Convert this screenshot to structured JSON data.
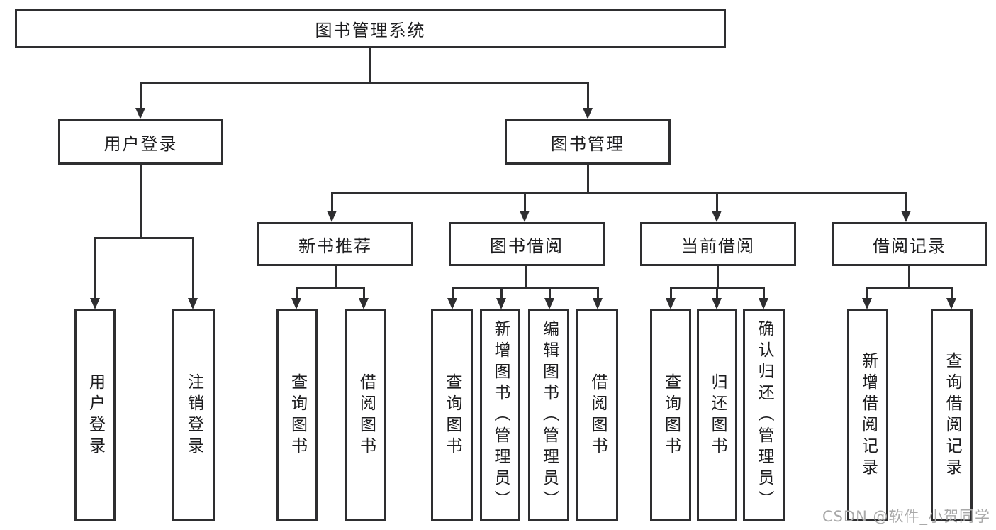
{
  "watermark": "CSDN @软件_小贺同学",
  "colors": {
    "line": "#2e2e30",
    "text": "#1d1d1f",
    "watermark": "#a9a9a9",
    "background": "#ffffff"
  },
  "tree": {
    "root": "图书管理系统",
    "branches": [
      {
        "label": "用户登录",
        "children": [
          "用户登录",
          "注销登录"
        ]
      },
      {
        "label": "图书管理",
        "groups": [
          {
            "label": "新书推荐",
            "children": [
              "查询图书",
              "借阅图书"
            ]
          },
          {
            "label": "图书借阅",
            "children": [
              "查询图书",
              "新增图书（管理员）",
              "编辑图书（管理员）",
              "借阅图书"
            ]
          },
          {
            "label": "当前借阅",
            "children": [
              "查询图书",
              "归还图书",
              "确认归还（管理员）"
            ]
          },
          {
            "label": "借阅记录",
            "children": [
              "新增借阅记录",
              "查询借阅记录"
            ]
          }
        ]
      }
    ]
  }
}
